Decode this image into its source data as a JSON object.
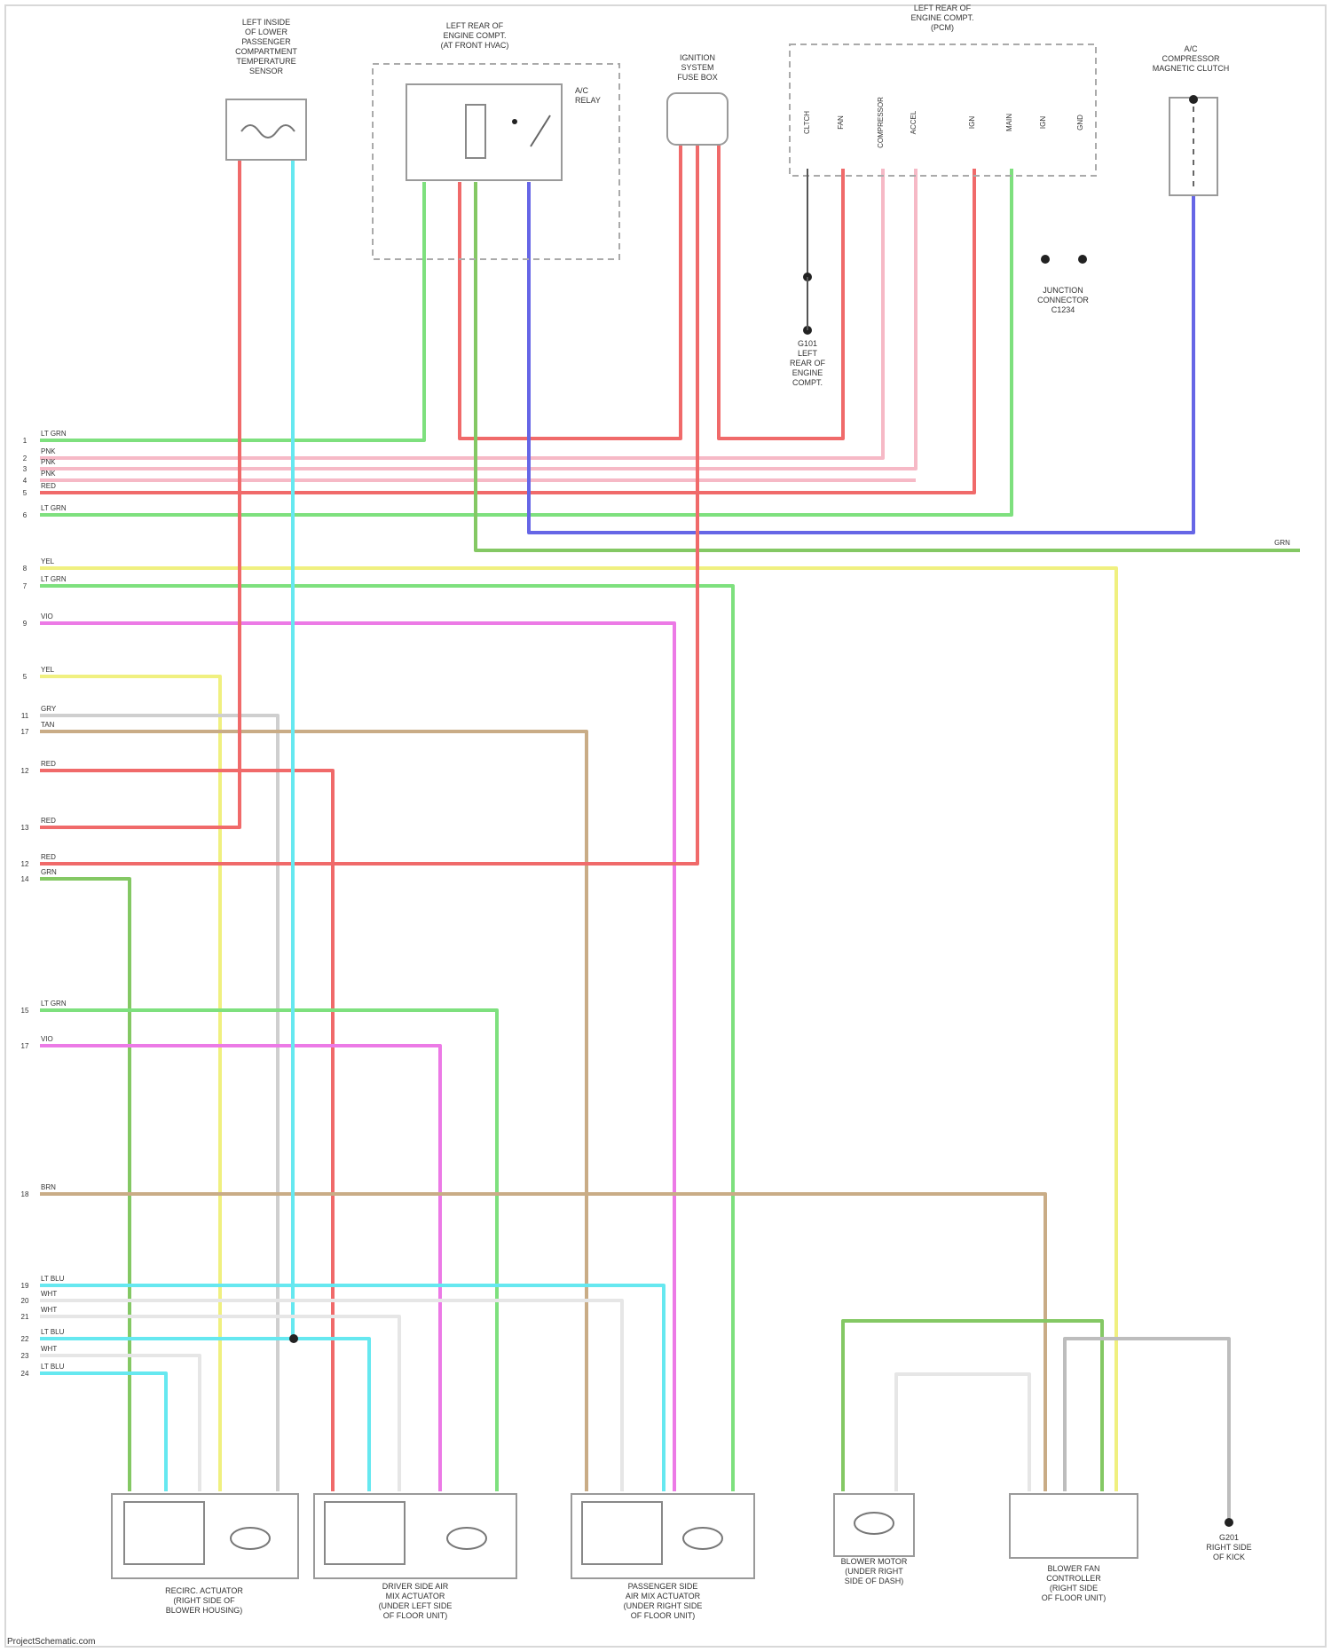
{
  "diagram": {
    "footer": "ProjectSchematic.com",
    "components": {
      "temp_sensor": [
        "LEFT INSIDE",
        "OF LOWER",
        "PASSENGER",
        "COMPARTMENT",
        "TEMPERATURE",
        "SENSOR"
      ],
      "ac_relay": [
        "LEFT REAR OF",
        "ENGINE COMPT.",
        "(AT FRONT HVAC)"
      ],
      "ac_relay_label": [
        "A/C",
        "RELAY"
      ],
      "ignition": [
        "IGNITION",
        "SYSTEM",
        "FUSE BOX"
      ],
      "pcm": [
        "LEFT REAR OF",
        "ENGINE COMPT.",
        "(PCM)"
      ],
      "clutch": [
        "A/C",
        "COMPRESSOR",
        "MAGNETIC CLUTCH"
      ],
      "ground_left": [
        "G101",
        "LEFT",
        "REAR OF",
        "ENGINE",
        "COMPT."
      ],
      "junction_right": [
        "JUNCTION",
        "CONNECTOR",
        "C1234"
      ],
      "recirc": [
        "RECIRC. ACTUATOR",
        "(RIGHT SIDE OF",
        "BLOWER HOUSING)"
      ],
      "driver_mix": [
        "DRIVER SIDE AIR",
        "MIX ACTUATOR",
        "(UNDER LEFT SIDE",
        "OF FLOOR UNIT)"
      ],
      "pass_mix": [
        "PASSENGER SIDE",
        "AIR MIX ACTUATOR",
        "(UNDER RIGHT SIDE",
        "OF FLOOR UNIT)"
      ],
      "blower_motor": [
        "BLOWER MOTOR",
        "(UNDER RIGHT",
        "SIDE OF DASH)"
      ],
      "fan_controller": [
        "BLOWER FAN",
        "CONTROLLER",
        "(RIGHT SIDE",
        "OF FLOOR UNIT)"
      ],
      "ground_right": [
        "G201",
        "RIGHT SIDE",
        "OF KICK"
      ]
    },
    "left_wires": [
      {
        "pin": "1",
        "label": "LT GRN"
      },
      {
        "pin": "2",
        "label": "PNK"
      },
      {
        "pin": "3",
        "label": "PNK"
      },
      {
        "pin": "4",
        "label": "PNK"
      },
      {
        "pin": "5",
        "label": "RED"
      },
      {
        "pin": "6",
        "label": "LT GRN"
      },
      {
        "pin": "8",
        "label": "YEL"
      },
      {
        "pin": "7",
        "label": "LT GRN"
      },
      {
        "pin": "9",
        "label": "VIO"
      },
      {
        "pin": "5",
        "label": "YEL"
      },
      {
        "pin": "11",
        "label": "GRY"
      },
      {
        "pin": "17",
        "label": "TAN"
      },
      {
        "pin": "12",
        "label": "RED"
      },
      {
        "pin": "13",
        "label": "RED"
      },
      {
        "pin": "12",
        "label": "RED"
      },
      {
        "pin": "14",
        "label": "GRN"
      },
      {
        "pin": "15",
        "label": "LT GRN"
      },
      {
        "pin": "17",
        "label": "VIO"
      },
      {
        "pin": "18",
        "label": "BRN"
      },
      {
        "pin": "19",
        "label": "LT BLU"
      },
      {
        "pin": "20",
        "label": "WHT"
      },
      {
        "pin": "21",
        "label": "WHT"
      },
      {
        "pin": "22",
        "label": "LT BLU"
      },
      {
        "pin": "23",
        "label": "WHT"
      },
      {
        "pin": "24",
        "label": "LT BLU"
      }
    ],
    "pcm_pins": [
      "CLTCH",
      "FAN",
      "COMPRESSOR",
      "ACCEL",
      "IGN",
      "MAIN",
      "IGN",
      "GND"
    ],
    "right_end_label": "GRN",
    "colors": {
      "green": "#7ee07e",
      "red": "#f06a6a",
      "pink": "#f6b9c6",
      "blue": "#6666e6",
      "cyan": "#66e8f0",
      "yellow": "#f0f080",
      "violet": "#ec7ae6",
      "tan": "#c9ac86",
      "gray": "#cfcfcf",
      "dkgreen": "#84c864"
    }
  }
}
